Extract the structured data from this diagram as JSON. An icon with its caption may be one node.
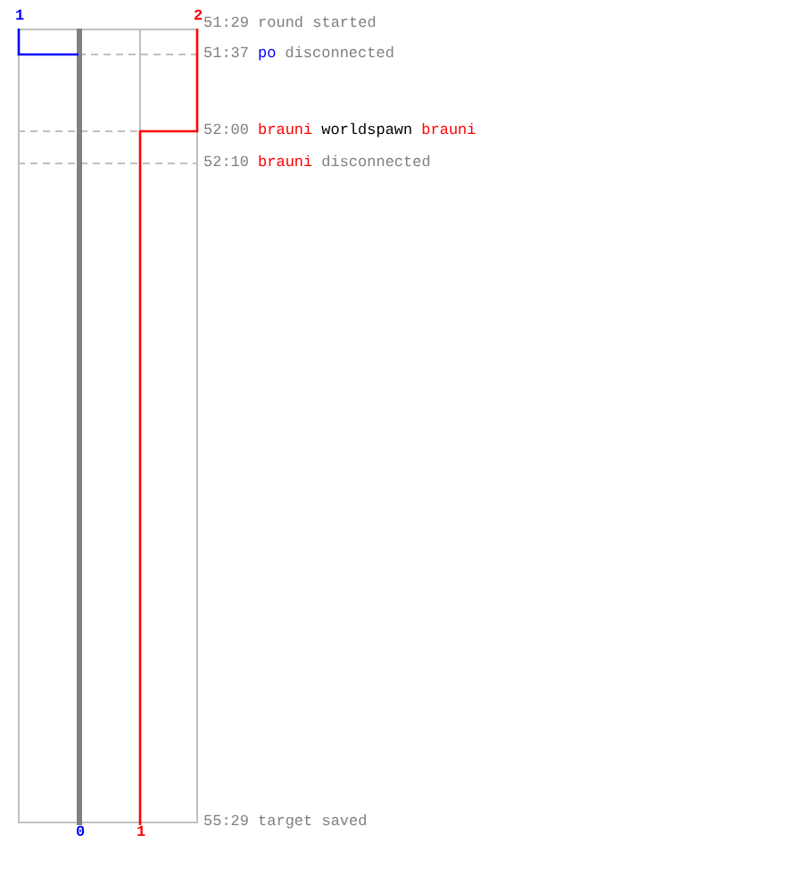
{
  "diagram": {
    "nodes": [
      {
        "text": [
          "1"
        ]
      },
      {
        "text": [
          "2"
        ]
      },
      {
        "text": [
          "0"
        ]
      },
      {
        "text": [
          "1"
        ]
      }
    ],
    "edges": [
      {
        "from": null,
        "to": 2,
        "arrow": "none",
        "color": "#808080",
        "style": "thick"
      },
      {
        "from": 0,
        "to": null,
        "arrow": "none",
        "color": "#0000ff"
      },
      {
        "from": 1,
        "to": 3,
        "arrow": "none",
        "color": "#ff0000"
      }
    ],
    "labels": [
      "51:29",
      "round started",
      "51:37",
      "po",
      "disconnected",
      "52:00",
      "brauni",
      "worldspawn",
      "brauni",
      "52:10",
      "brauni",
      "disconnected",
      "55:29",
      "target saved"
    ]
  }
}
